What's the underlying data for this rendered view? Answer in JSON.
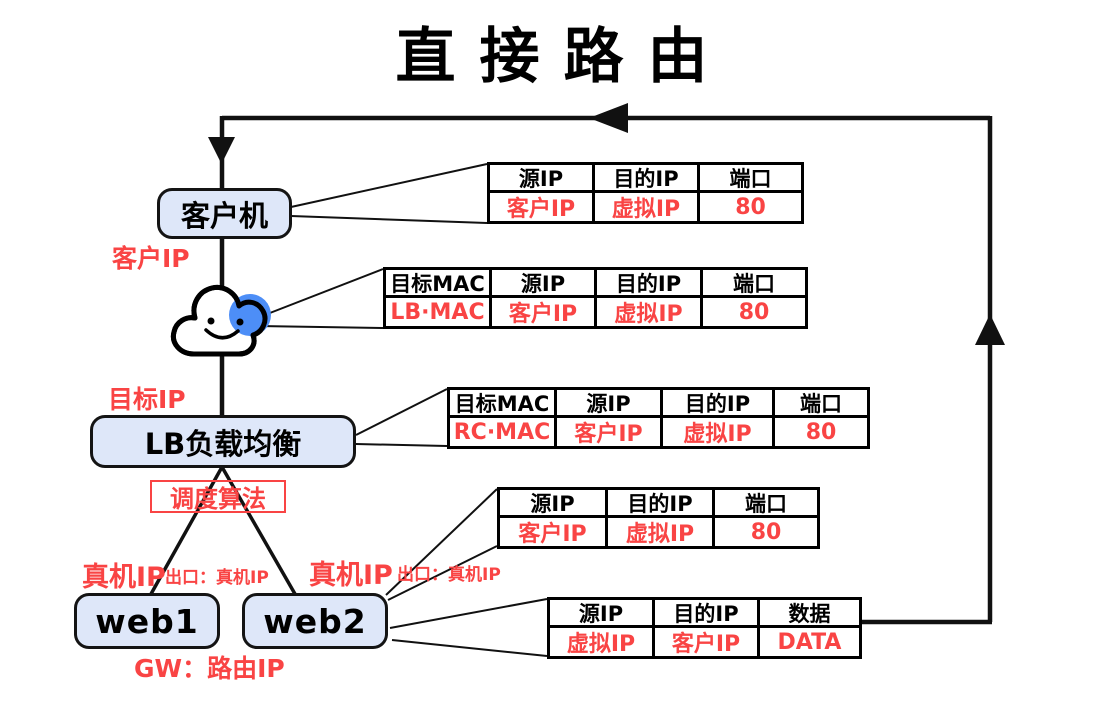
{
  "title": "直接路由",
  "colors": {
    "accent_red": "#f94444",
    "node_fill": "#dee7f9",
    "node_border": "#141414",
    "cloud_blue_dot": "#4d8ef7",
    "line": "#111111"
  },
  "nodes": {
    "client": {
      "label": "客户机"
    },
    "lb": {
      "label": "LB负载均衡"
    },
    "scheduler": {
      "label": "调度算法"
    },
    "web1": {
      "label": "web1"
    },
    "web2": {
      "label": "web2"
    }
  },
  "labels": {
    "client_ip": "客户IP",
    "target_ip": "目标IP",
    "web1_real_ip": "真机IP",
    "web1_exit": "出口：真机IP",
    "web2_real_ip": "真机IP",
    "web2_exit": "出口：真机IP",
    "gateway": "GW：路由IP"
  },
  "tables": [
    {
      "headers": [
        "源IP",
        "目的IP",
        "端口"
      ],
      "values": [
        "客户IP",
        "虚拟IP",
        "80"
      ]
    },
    {
      "headers": [
        "目标MAC",
        "源IP",
        "目的IP",
        "端口"
      ],
      "values": [
        "LB·MAC",
        "客户IP",
        "虚拟IP",
        "80"
      ]
    },
    {
      "headers": [
        "目标MAC",
        "源IP",
        "目的IP",
        "端口"
      ],
      "values": [
        "RC·MAC",
        "客户IP",
        "虚拟IP",
        "80"
      ]
    },
    {
      "headers": [
        "源IP",
        "目的IP",
        "端口"
      ],
      "values": [
        "客户IP",
        "虚拟IP",
        "80"
      ]
    },
    {
      "headers": [
        "源IP",
        "目的IP",
        "数据"
      ],
      "values": [
        "虚拟IP",
        "客户IP",
        "DATA"
      ]
    }
  ]
}
